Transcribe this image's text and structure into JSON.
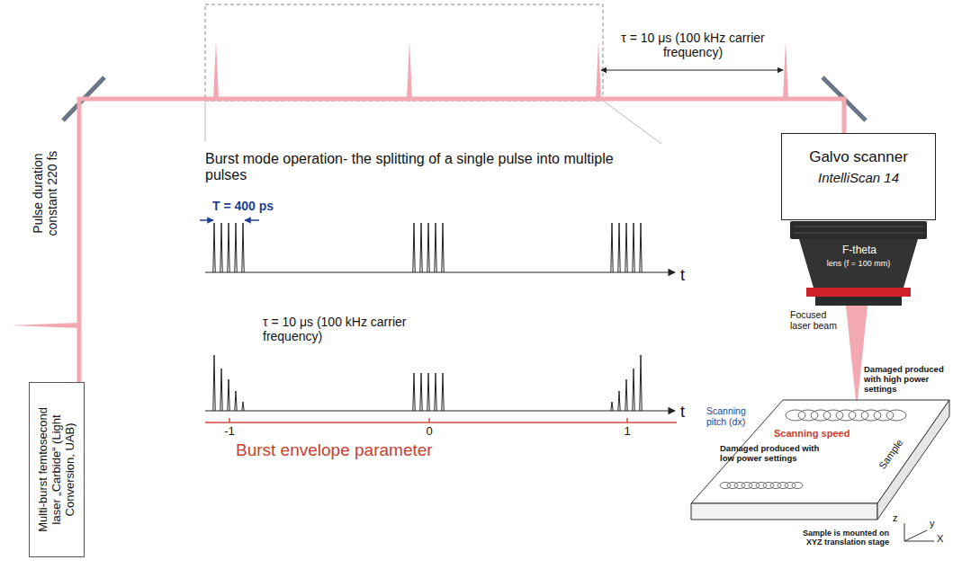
{
  "diagram": {
    "nodes": [
      {
        "text": [
          "Multi-burst femtosecond laser „Carbide“ (Light Conversion, UAB)"
        ]
      },
      {
        "text": [
          "Galvo scanner",
          "IntelliScan 14"
        ]
      }
    ],
    "edges": [
      {
        "from": 0,
        "to": 1,
        "arrow": "none"
      }
    ],
    "labels": [
      "Pulse duration constant 220 fs",
      "τ = 10 μs (100 kHz carrier frequency)",
      "Burst mode operation- the splitting of a single pulse into multiple pulses",
      "T = 400 ps",
      "t",
      "τ = 10 μs (100 kHz carrier frequency)",
      "t",
      "-1",
      "0",
      "1",
      "Burst envelope parameter",
      "F-theta",
      "lens (f = 100 mm)",
      "Focused laser beam",
      "Damaged produced with high power settings",
      "Scanning pitch (dx)",
      "Scanning speed",
      "Damaged produced with low power settings",
      "Sample",
      "z",
      "y",
      "X",
      "Sample is mounted on XYZ translation stage"
    ]
  }
}
